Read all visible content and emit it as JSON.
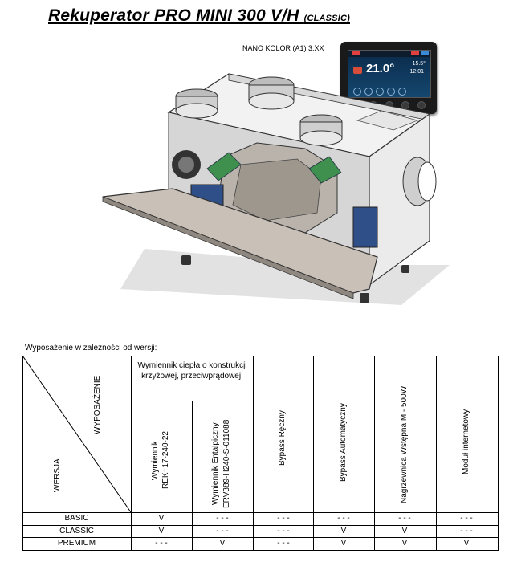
{
  "title": {
    "main": "Rekuperator PRO MINI 300 V/H",
    "suffix": "(CLASSIC)"
  },
  "controller": {
    "label": "NANO KOLOR (A1) 3.XX",
    "screen_temp": "21.0°",
    "screen_small_1": "15.5°",
    "screen_small_2": "12:01"
  },
  "table": {
    "caption": "Wyposażenie w zależności od wersji:",
    "corner": {
      "top": "WYPOSAŻENIE",
      "bottom": "WERSJA"
    },
    "group_header": "Wymiennik ciepła o konstrukcji krzyżowej, przeciwprądowej.",
    "columns": [
      {
        "lines": [
          "Wymiennik",
          "REK+17-240-22"
        ]
      },
      {
        "lines": [
          "Wymiennik Entalpiczny",
          "ERV389-H240-S-011088"
        ]
      },
      {
        "lines": [
          "Bypass Ręczny"
        ]
      },
      {
        "lines": [
          "Bypass Automatyczny"
        ]
      },
      {
        "lines": [
          "Nagrzewnica Wstępna M - 500W"
        ]
      },
      {
        "lines": [
          "Moduł internetowy"
        ]
      }
    ],
    "rows": [
      {
        "name": "BASIC",
        "values": [
          "V",
          "- - -",
          "- - -",
          "- - -",
          "- - -",
          "- - -"
        ]
      },
      {
        "name": "CLASSIC",
        "values": [
          "V",
          "- - -",
          "- - -",
          "V",
          "V",
          "- - -"
        ]
      },
      {
        "name": "PREMIUM",
        "values": [
          "- - -",
          "V",
          "- - -",
          "V",
          "V",
          "V"
        ]
      }
    ]
  }
}
